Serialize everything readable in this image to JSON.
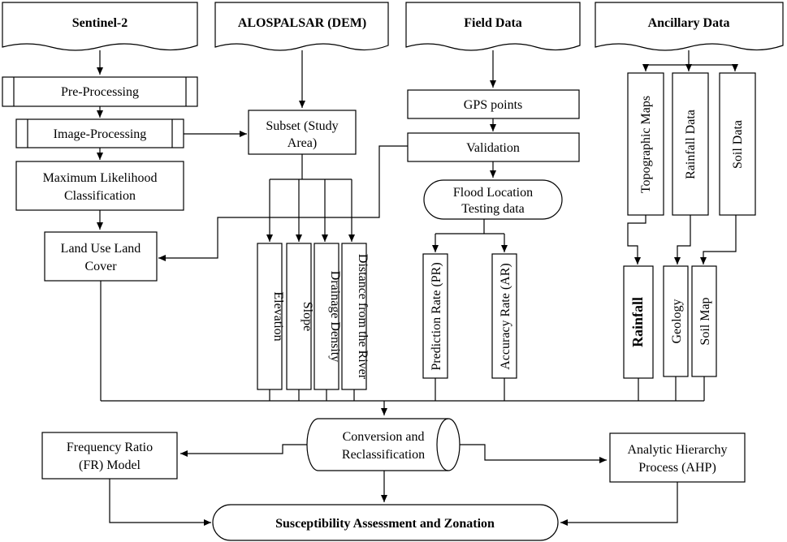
{
  "sources": {
    "sentinel": "Sentinel-2",
    "dem": "ALOSPALSAR (DEM)",
    "field": "Field Data",
    "ancillary": "Ancillary Data"
  },
  "sentinel_chain": {
    "pre_processing": "Pre-Processing",
    "image_processing": "Image-Processing",
    "mlc_line1": "Maximum Likelihood",
    "mlc_line2": "Classification",
    "lulc_line1": "Land Use Land",
    "lulc_line2": "Cover"
  },
  "dem_chain": {
    "subset_line1": "Subset (Study",
    "subset_line2": "Area)",
    "factors": [
      "Elevation",
      "Slope",
      "Drainage Density",
      "Distance from the River"
    ]
  },
  "field_chain": {
    "gps": "GPS points",
    "validation": "Validation",
    "flood_line1": "Flood Location",
    "flood_line2": "Testing data",
    "rates": [
      "Prediction Rate (PR)",
      "Accuracy Rate (AR)"
    ]
  },
  "ancillary_chain": {
    "inputs": [
      "Topographic Maps",
      "Rainfall Data",
      "Soil Data"
    ],
    "outputs": [
      "Rainfall",
      "Geology",
      "Soil Map"
    ]
  },
  "processing": {
    "conversion_line1": "Conversion and",
    "conversion_line2": "Reclassification",
    "fr_line1": "Frequency Ratio",
    "fr_line2": "(FR) Model",
    "ahp_line1": "Analytic Hierarchy",
    "ahp_line2": "Process (AHP)",
    "final": "Susceptibility Assessment and Zonation"
  }
}
